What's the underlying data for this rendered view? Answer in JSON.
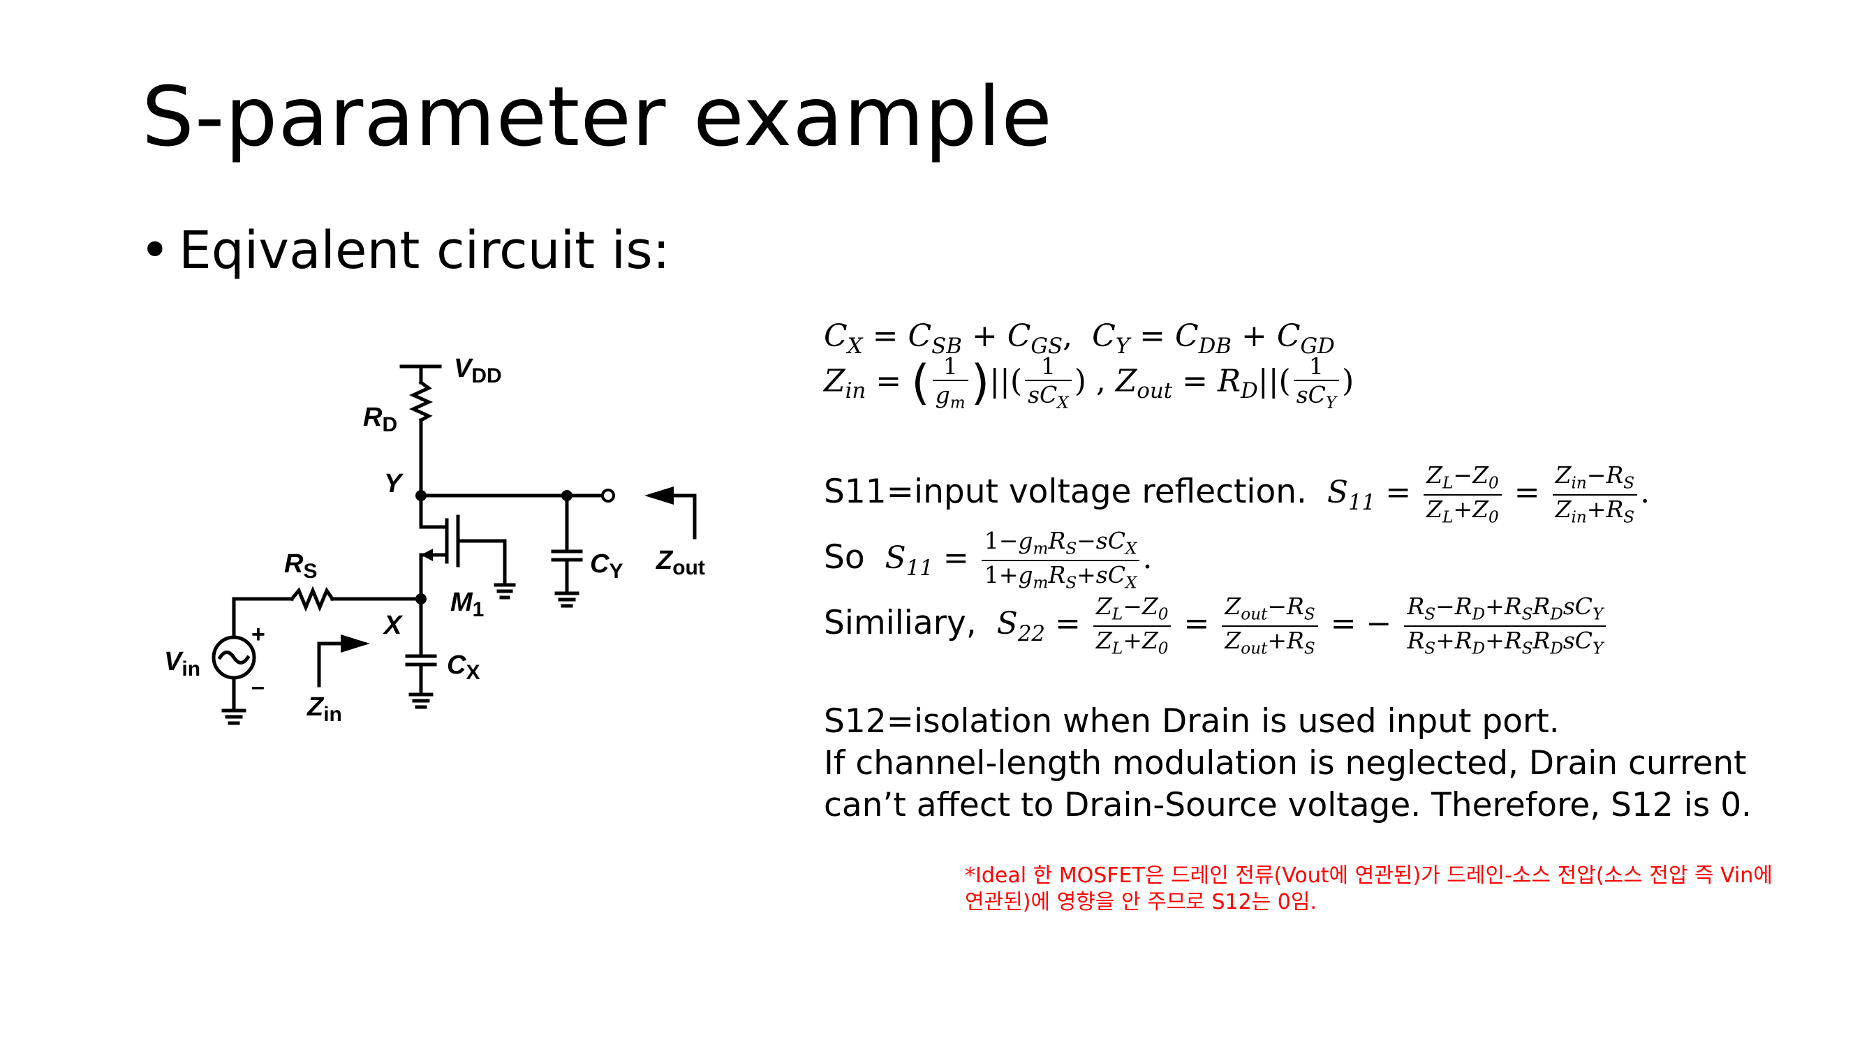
{
  "slide": {
    "title": "S-parameter example",
    "bullet": "Eqivalent circuit is:"
  },
  "circuit": {
    "labels": {
      "vdd": "VDD",
      "rd": "RD",
      "y": "Y",
      "rs": "RS",
      "x": "X",
      "m1": "M1",
      "cy": "CY",
      "cx": "CX",
      "zout": "Zout",
      "zin": "Zin",
      "vin": "Vin",
      "plus": "+",
      "minus": "–"
    }
  },
  "text": {
    "s11_intro": "S11=input voltage reflection.",
    "so": "So",
    "similiary": "Similiary,",
    "s12_line1": "S12=isolation when Drain is used input port.",
    "s12_line2": "If channel-length modulation is neglected, Drain current",
    "s12_line3": "can’t affect to Drain-Source voltage. Therefore, S12 is 0."
  },
  "note": "*Ideal 한 MOSFET은 드레인 전류(Vout에 연관된)가 드레인-소스 전압(소스 전압 즉 Vin에 연관된)에 영향을 안 주므로 S12는 0임.",
  "colors": {
    "note": "#ff0000",
    "text": "#000000"
  }
}
